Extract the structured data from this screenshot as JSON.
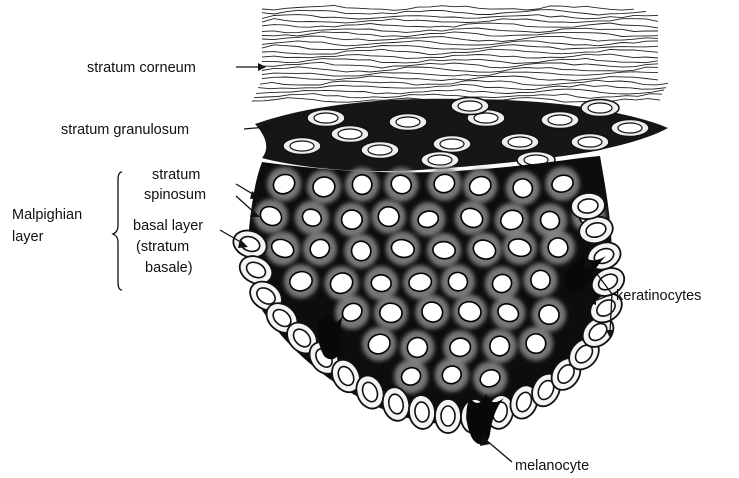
{
  "figure": {
    "labels": {
      "stratum_corneum": "stratum corneum",
      "stratum_granulosum": "stratum granulosum",
      "stratum_spinosum_line1": "stratum",
      "stratum_spinosum_line2": "spinosum",
      "malpighian_line1": "Malpighian",
      "malpighian_line2": "layer",
      "basal_line1": "basal layer",
      "basal_line2": "(stratum",
      "basal_line3": "basale)",
      "keratinocytes": "keratinocytes",
      "melanocyte": "melanocyte"
    },
    "colors": {
      "ink": "#111111",
      "background": "#ffffff",
      "stipple": "#8a8a8a"
    }
  }
}
